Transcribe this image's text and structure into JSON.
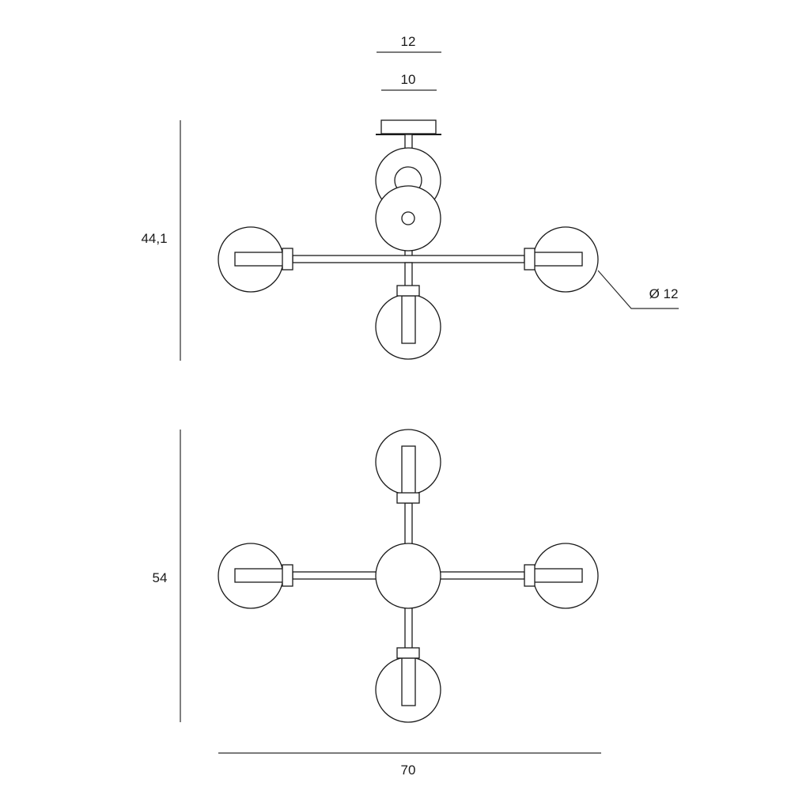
{
  "dimensions": {
    "top_width_outer": "12",
    "top_width_inner": "10",
    "side_height": "44,1",
    "globe_diameter": "Ø 12",
    "plan_depth": "54",
    "overall_width": "70"
  },
  "colors": {
    "line": "#1a1a1a",
    "background": "#ffffff"
  }
}
